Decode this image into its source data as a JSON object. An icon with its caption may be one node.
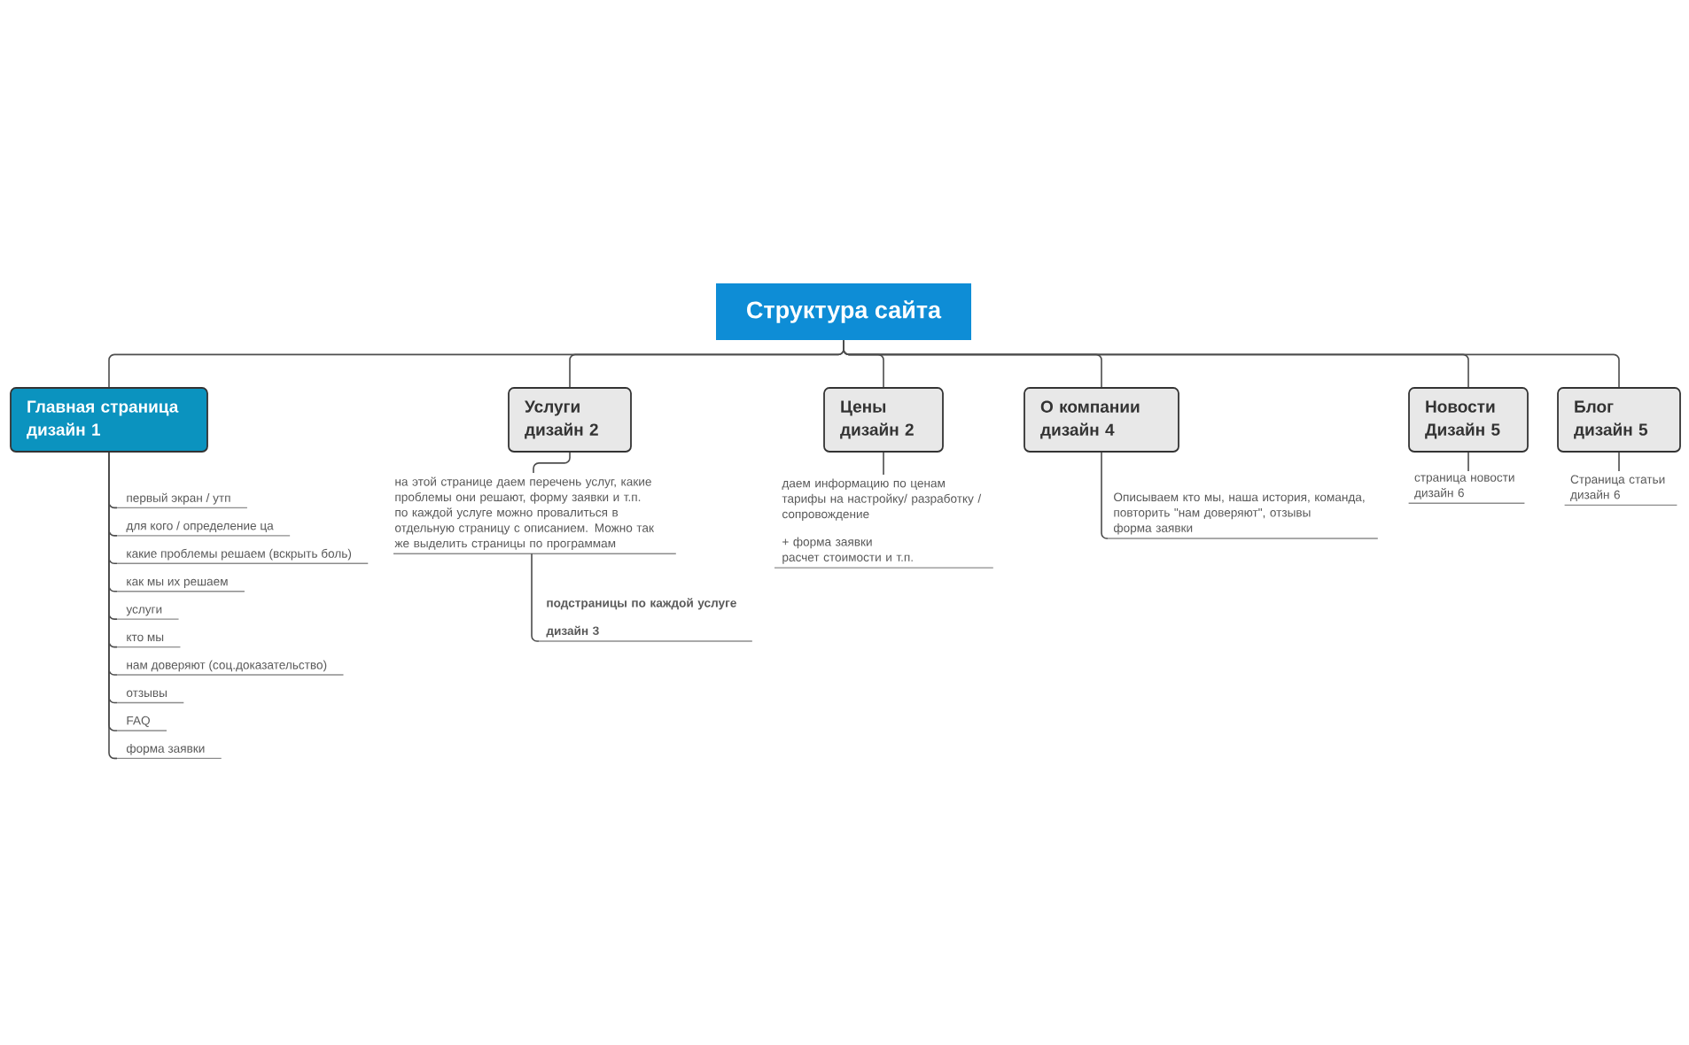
{
  "diagram": {
    "nodes": [
      {
        "text": [
          "Структура сайта"
        ]
      },
      {
        "text": [
          "Главная страница",
          "дизайн 1"
        ]
      },
      {
        "text": [
          "Услуги",
          "дизайн 2"
        ]
      },
      {
        "text": [
          "Цены",
          "дизайн 2"
        ]
      },
      {
        "text": [
          "О компании",
          "дизайн 4"
        ]
      },
      {
        "text": [
          "Новости",
          "Дизайн 5"
        ]
      },
      {
        "text": [
          "Блог",
          "дизайн 5"
        ]
      },
      {
        "text": [
          "первый экран / утп"
        ]
      },
      {
        "text": [
          "для кого / определение ца"
        ]
      },
      {
        "text": [
          "какие проблемы решаем (вскрыть боль)"
        ]
      },
      {
        "text": [
          "как мы их решаем"
        ]
      },
      {
        "text": [
          "услуги"
        ]
      },
      {
        "text": [
          "кто мы"
        ]
      },
      {
        "text": [
          "нам доверяют (соц.доказательство)"
        ]
      },
      {
        "text": [
          "отзывы"
        ]
      },
      {
        "text": [
          "FAQ"
        ]
      },
      {
        "text": [
          "форма заявки"
        ]
      },
      {
        "text": [
          "на этой странице даем перечень услуг, какие проблемы они решают, форму заявки и т.п.",
          "по каждой услуге можно провалиться в отдельную страницу с описанием. Можно так же выделить страницы по программам"
        ]
      },
      {
        "text": [
          "подстраницы по каждой услуге",
          "дизайн 3"
        ]
      },
      {
        "text": [
          "даем информацию по ценам",
          "тарифы на настройку/ разработку / сопровождение",
          "+ форма заявки",
          "расчет стоимости и т.п."
        ]
      },
      {
        "text": [
          "Описываем кто мы, наша история, команда, повторить \"нам доверяют\", отзывы",
          "форма заявки"
        ]
      },
      {
        "text": [
          "страница новости",
          "дизайн 6"
        ]
      },
      {
        "text": [
          "Страница статьи",
          "дизайн 6"
        ]
      }
    ],
    "edges": [
      {
        "from": 0,
        "to": 1,
        "arrow": "none"
      },
      {
        "from": 0,
        "to": 2,
        "arrow": "none"
      },
      {
        "from": 0,
        "to": 3,
        "arrow": "none"
      },
      {
        "from": 0,
        "to": 4,
        "arrow": "none"
      },
      {
        "from": 0,
        "to": 5,
        "arrow": "none"
      },
      {
        "from": 0,
        "to": 6,
        "arrow": "none"
      },
      {
        "from": 1,
        "to": 7,
        "arrow": "none"
      },
      {
        "from": 1,
        "to": 8,
        "arrow": "none"
      },
      {
        "from": 1,
        "to": 9,
        "arrow": "none"
      },
      {
        "from": 1,
        "to": 10,
        "arrow": "none"
      },
      {
        "from": 1,
        "to": 11,
        "arrow": "none"
      },
      {
        "from": 1,
        "to": 12,
        "arrow": "none"
      },
      {
        "from": 1,
        "to": 13,
        "arrow": "none"
      },
      {
        "from": 1,
        "to": 14,
        "arrow": "none"
      },
      {
        "from": 1,
        "to": 15,
        "arrow": "none"
      },
      {
        "from": 1,
        "to": 16,
        "arrow": "none"
      },
      {
        "from": 2,
        "to": 17,
        "arrow": "none"
      },
      {
        "from": 17,
        "to": 18,
        "arrow": "none"
      },
      {
        "from": 3,
        "to": 19,
        "arrow": "none"
      },
      {
        "from": 4,
        "to": 20,
        "arrow": "none"
      },
      {
        "from": 5,
        "to": 21,
        "arrow": "none"
      },
      {
        "from": 6,
        "to": 22,
        "arrow": "none"
      }
    ]
  }
}
